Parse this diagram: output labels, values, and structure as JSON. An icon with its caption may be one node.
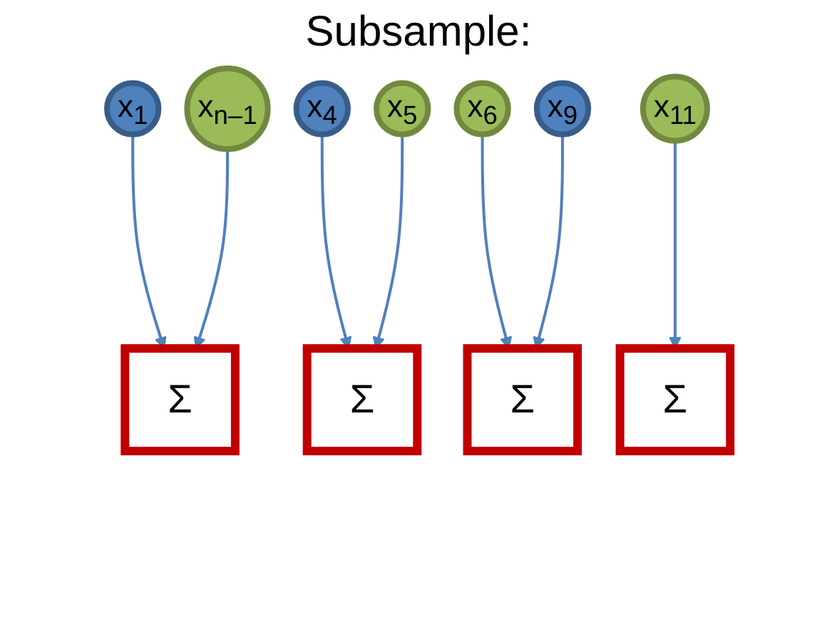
{
  "diagram": {
    "title": "Subsample:",
    "nodes": [
      {
        "text": [
          "x$_{1}$"
        ]
      },
      {
        "text": [
          "x$_{4}$"
        ]
      },
      {
        "text": [
          "x$_{5}$"
        ]
      },
      {
        "text": [
          "x$_{6}$"
        ]
      },
      {
        "text": [
          "x$_{9}$"
        ]
      },
      {
        "text": [
          "x$_{11}$"
        ]
      },
      {
        "text": [
          "x$_{n–1}$"
        ]
      },
      {
        "text": [
          "Σ"
        ]
      },
      {
        "text": [
          "Σ"
        ]
      },
      {
        "text": [
          "Σ"
        ]
      },
      {
        "text": [
          "Σ"
        ]
      }
    ],
    "edges": [
      {
        "from": 0,
        "to": 8,
        "arrow": "to"
      },
      {
        "from": 1,
        "to": 7,
        "arrow": "to"
      },
      {
        "from": 2,
        "to": 7,
        "arrow": "to"
      },
      {
        "from": 3,
        "to": 10,
        "arrow": "to"
      },
      {
        "from": 4,
        "to": 10,
        "arrow": "to"
      },
      {
        "from": 5,
        "to": 9,
        "arrow": "to"
      },
      {
        "from": 6,
        "to": 8,
        "arrow": "to"
      }
    ]
  }
}
